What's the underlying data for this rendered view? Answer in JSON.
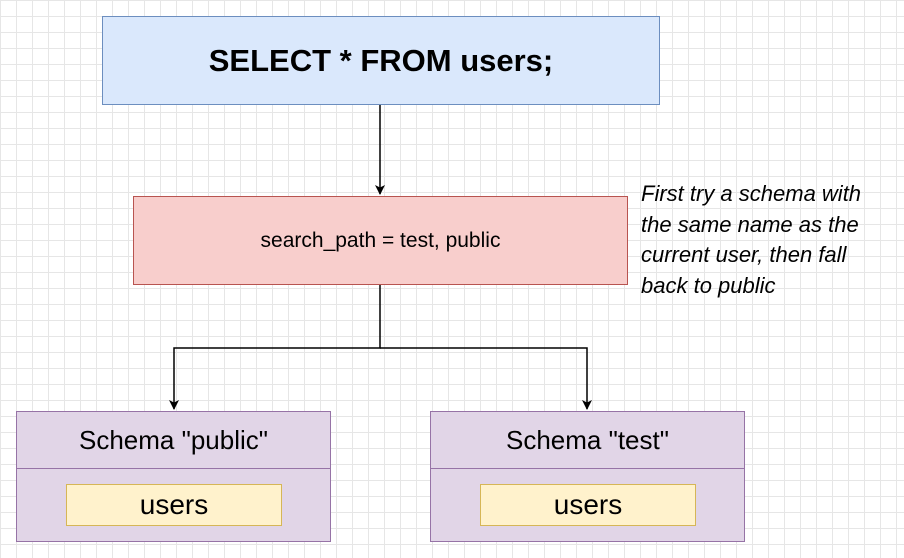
{
  "diagram": {
    "query": {
      "label": "SELECT * FROM users;"
    },
    "search_path": {
      "label": "search_path = test, public"
    },
    "note": {
      "lines": [
        "First try a schema with",
        "the same name as the",
        "current user, then fall",
        "back to public"
      ]
    },
    "schemas": [
      {
        "name": "Schema \"public\"",
        "table": "users"
      },
      {
        "name": "Schema \"test\"",
        "table": "users"
      }
    ]
  },
  "colors": {
    "query_fill": "#dae8fc",
    "query_stroke": "#6c8ebf",
    "search_path_fill": "#f8cecc",
    "search_path_stroke": "#b85450",
    "schema_fill": "#e1d5e7",
    "schema_stroke": "#9673a6",
    "table_fill": "#fff2cc",
    "table_stroke": "#d6b656",
    "connector": "#000000"
  }
}
